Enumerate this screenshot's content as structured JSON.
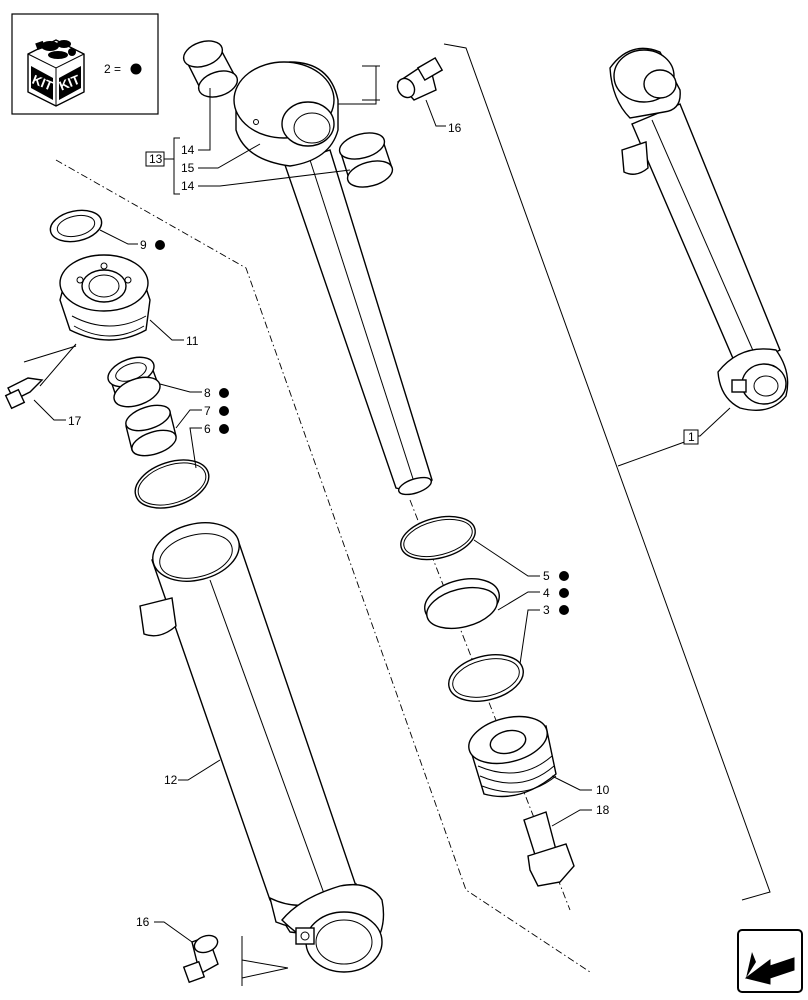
{
  "kit_legend": {
    "kit_text_left": "KIT",
    "kit_text_right": "KIT",
    "equation": "2 = ",
    "marker": "●"
  },
  "group_box_label": "13",
  "assembly_box_label": "1",
  "callouts": {
    "c14a": "14",
    "c15": "15",
    "c14b": "14",
    "c16a": "16",
    "c9": "9",
    "c11": "11",
    "c8": "8",
    "c7": "7",
    "c6": "6",
    "c17": "17",
    "c5": "5",
    "c4": "4",
    "c3": "3",
    "c12": "12",
    "c10": "10",
    "c18": "18",
    "c16b": "16"
  },
  "kit_marked_items": [
    "9",
    "8",
    "7",
    "6",
    "5",
    "4",
    "3"
  ],
  "icons": {
    "kit": "kit-box-icon",
    "nav": "arrow-next-page-icon"
  }
}
